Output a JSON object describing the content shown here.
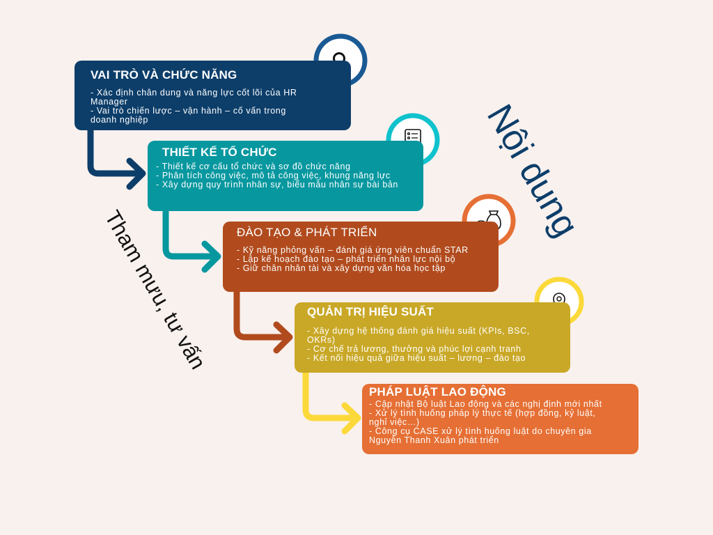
{
  "steps": [
    {
      "title": "VAI TRÒ VÀ CHỨC NĂNG",
      "icon": "magnifier-icon",
      "color": "#0d3e6a",
      "lines": [
        "- Xác định chân dung và năng lực cốt lõi của HR",
        "Manager",
        "- Vai trò chiến lược – vận hành – cố vấn trong",
        "doanh nghiệp"
      ]
    },
    {
      "title": "THIẾT KẾ TỔ CHỨC",
      "icon": "checklist-icon",
      "color": "#07979f",
      "lines": [
        "- Thiết kế cơ cấu tổ chức và sơ đồ chức năng",
        "- Phân tích công việc, mô tả công việc, khung năng lực",
        "- Xây dựng quy trình nhân sự, biểu mẫu nhân sự bài bản"
      ]
    },
    {
      "title": "ĐÀO TẠO & PHÁT TRIỂN",
      "icon": "money-bag-icon",
      "color": "#b14b1e",
      "lines": [
        "- Kỹ năng phỏng vấn – đánh giá ứng viên chuẩn STAR",
        "- Lập kế hoạch đào tạo – phát triển nhân lực nội bộ",
        "- Giữ chân nhân tài và xây dựng văn hóa học tập"
      ]
    },
    {
      "title": "QUẢN TRỊ HIỆU SUẤT",
      "icon": "map-pin-icon",
      "color": "#c9a827",
      "lines": [
        "- Xây dựng hệ thống đánh giá hiệu suất (KPIs, BSC,",
        "OKRs)",
        "- Cơ chế trả lương, thưởng và phúc lợi cạnh tranh",
        "- Kết nối hiệu quả giữa hiệu suất – lương – đào tạo"
      ]
    },
    {
      "title": "PHÁP LUẬT LAO ĐỘNG",
      "icon": "",
      "color": "#e56f34",
      "lines": [
        "- Cập nhật Bộ luật Lao động và các nghị định mới nhất",
        "- Xử lý tình huống pháp lý thực tế (hợp đồng, kỷ luật,",
        "nghỉ việc…)",
        "- Công cụ CASE xử lý tình huống luật do chuyên gia",
        "Nguyễn Thanh Xuân phát triển"
      ]
    }
  ],
  "side_right": "Nội dung",
  "side_left": "Tham mưu, tư vấn",
  "arrow_colors": [
    "#0d3e6a",
    "#07979f",
    "#b14b1e",
    "#fcd93a"
  ],
  "icon_ring_colors": [
    "#1a5a94",
    "#0fc2cc",
    "#e56f34",
    "#fcd93a"
  ]
}
